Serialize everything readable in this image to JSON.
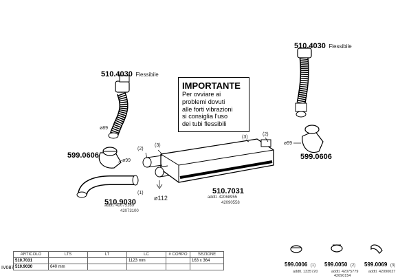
{
  "note": {
    "title": "IMPORTANTE",
    "lines": [
      "Per ovviare ai",
      "problemi dovuti",
      "alle forti vibrazioni",
      "si consiglia l'uso",
      "dei tubi flessibili"
    ]
  },
  "parts": {
    "flex_left": {
      "code": "510.4030",
      "desc": "Flessibile",
      "dia": "ø89"
    },
    "flex_right": {
      "code": "510.4030",
      "desc": "Flessibile"
    },
    "clamp_left": {
      "code": "599.0606",
      "dia": "ø99"
    },
    "clamp_right": {
      "code": "599.0606",
      "dia": "ø99"
    },
    "pipe": {
      "code": "510.9030",
      "ref": "(1)",
      "addtl_label": "addtl.",
      "addtl_1": "42075189",
      "addtl_2": "42073100"
    },
    "muffler": {
      "code": "510.7031",
      "addtl_label": "addtl.",
      "addtl_1": "42068955",
      "addtl_2": "42090558",
      "dia": "ø112"
    }
  },
  "callouts": {
    "c2": "(2)",
    "c3": "(3)"
  },
  "bottom_parts": [
    {
      "code": "599.0006",
      "ref": "(1)",
      "addtl": "addtl. 1335720",
      "addtl2": ""
    },
    {
      "code": "599.0050",
      "ref": "(2)",
      "addtl": "addtl. 42075779",
      "addtl2": "42090154"
    },
    {
      "code": "599.0069",
      "ref": "(3)",
      "addtl": "addtl. 42090027",
      "addtl2": ""
    }
  ],
  "table": {
    "headers": [
      "ARTICOLO",
      "LTS",
      "LT",
      "LC",
      "# CORPO",
      "SEZIONE"
    ],
    "rows": [
      [
        "510.7031",
        "",
        "",
        "1123 mm",
        "",
        "163 x 364"
      ],
      [
        "510.9030",
        "640 mm",
        "",
        "",
        "",
        ""
      ]
    ]
  },
  "side_code": "IV087"
}
